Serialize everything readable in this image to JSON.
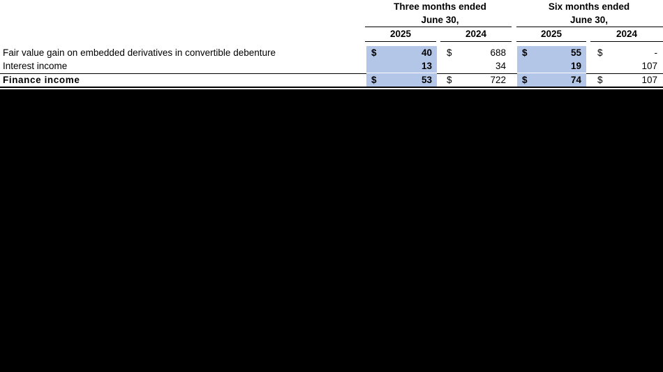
{
  "table": {
    "groups": [
      {
        "line1": "Three months ended",
        "line2": "June 30,"
      },
      {
        "line1": "Six months ended",
        "line2": "June 30,"
      }
    ],
    "years": [
      "2025",
      "2024",
      "2025",
      "2024"
    ],
    "currency": "$",
    "rows": [
      {
        "label": "Fair value gain on embedded derivatives in convertible debenture",
        "values": [
          "40",
          "688",
          "55",
          "-"
        ]
      },
      {
        "label": "Interest income",
        "values": [
          "13",
          "34",
          "19",
          "107"
        ]
      },
      {
        "label": "Finance income",
        "values": [
          "53",
          "722",
          "74",
          "107"
        ]
      }
    ]
  },
  "colors": {
    "highlight": "#b4c6e7",
    "background": "#000000",
    "sheet": "#ffffff"
  }
}
